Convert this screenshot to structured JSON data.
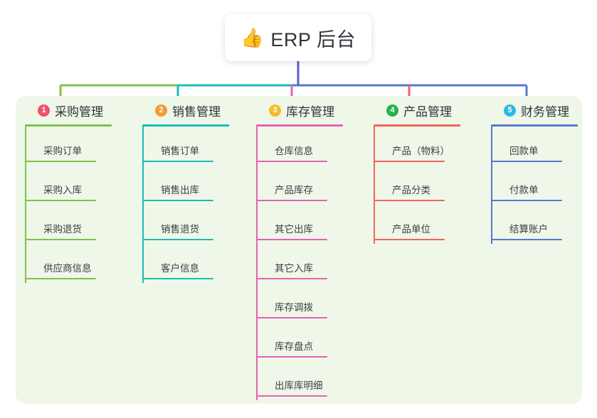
{
  "root": {
    "emoji": "👍",
    "emoji_name": "thumbs-up-icon",
    "title": "ERP 后台"
  },
  "theme": {
    "panel_background": "#eef7e8",
    "card_background": "#ffffff",
    "text_color": "#2f3338",
    "leaf_text_color": "#3a3f45",
    "root_connector_color": "#5b5bd6"
  },
  "columns": [
    {
      "index": "1",
      "title": "采购管理",
      "badge_color": "#f2506b",
      "line_color": "#7ec24a",
      "items": [
        {
          "label": "采购订单"
        },
        {
          "label": "采购入库"
        },
        {
          "label": "采购退货"
        },
        {
          "label": "供应商信息"
        }
      ]
    },
    {
      "index": "2",
      "title": "销售管理",
      "badge_color": "#f59a33",
      "line_color": "#19bdb5",
      "items": [
        {
          "label": "销售订单"
        },
        {
          "label": "销售出库"
        },
        {
          "label": "销售退货"
        },
        {
          "label": "客户信息"
        }
      ]
    },
    {
      "index": "3",
      "title": "库存管理",
      "badge_color": "#f6bb2c",
      "line_color": "#e860b8",
      "items": [
        {
          "label": "仓库信息"
        },
        {
          "label": "产品库存"
        },
        {
          "label": "其它出库"
        },
        {
          "label": "其它入库"
        },
        {
          "label": "库存调拨"
        },
        {
          "label": "库存盘点"
        },
        {
          "label": "出库库明细"
        }
      ]
    },
    {
      "index": "4",
      "title": "产品管理",
      "badge_color": "#25b34b",
      "line_color": "#f4635c",
      "items": [
        {
          "label": "产品（物料）"
        },
        {
          "label": "产品分类"
        },
        {
          "label": "产品单位"
        }
      ]
    },
    {
      "index": "5",
      "title": "财务管理",
      "badge_color": "#2cb8e8",
      "line_color": "#5878cf",
      "items": [
        {
          "label": "回款单"
        },
        {
          "label": "付款单"
        },
        {
          "label": "结算账户"
        }
      ]
    }
  ]
}
